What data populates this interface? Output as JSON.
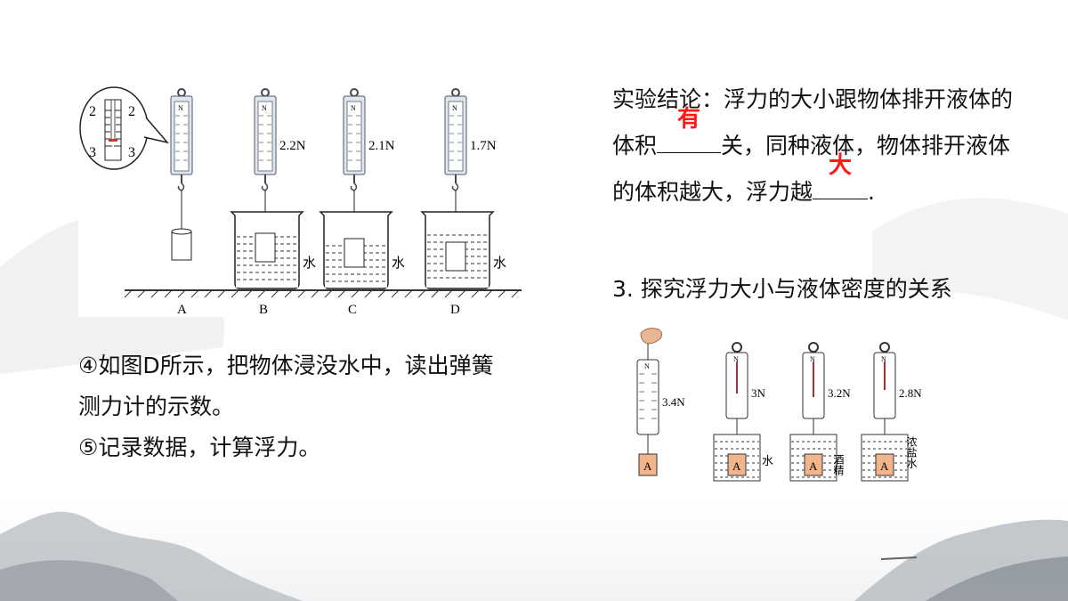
{
  "fig1": {
    "readings": [
      "2.2N",
      "2.1N",
      "1.7N"
    ],
    "letters": [
      "A",
      "B",
      "C",
      "D"
    ],
    "liquid": "水",
    "scale_top": "N",
    "zoom_labels": [
      "2",
      "2",
      "3",
      "3"
    ]
  },
  "steps": {
    "step4": "④如图D所示，把物体浸没水中，读出弹簧测力计的示数。",
    "step5": "⑤记录数据，计算浮力。"
  },
  "conclusion": {
    "part1": "实验结论：浮力的大小跟物体排开液体的体积",
    "answer1": "有",
    "part2": "关，同种液体，物体排开液体的体积越大，浮力越",
    "answer2": "大",
    "part3": "."
  },
  "section3": "3. 探究浮力大小与液体密度的关系",
  "fig2": {
    "readings": [
      "3.4N",
      "3N",
      "3.2N",
      "2.8N"
    ],
    "block": "A",
    "liquids": [
      "水",
      "酒精",
      "浓盐水"
    ],
    "scale_top": "N"
  }
}
